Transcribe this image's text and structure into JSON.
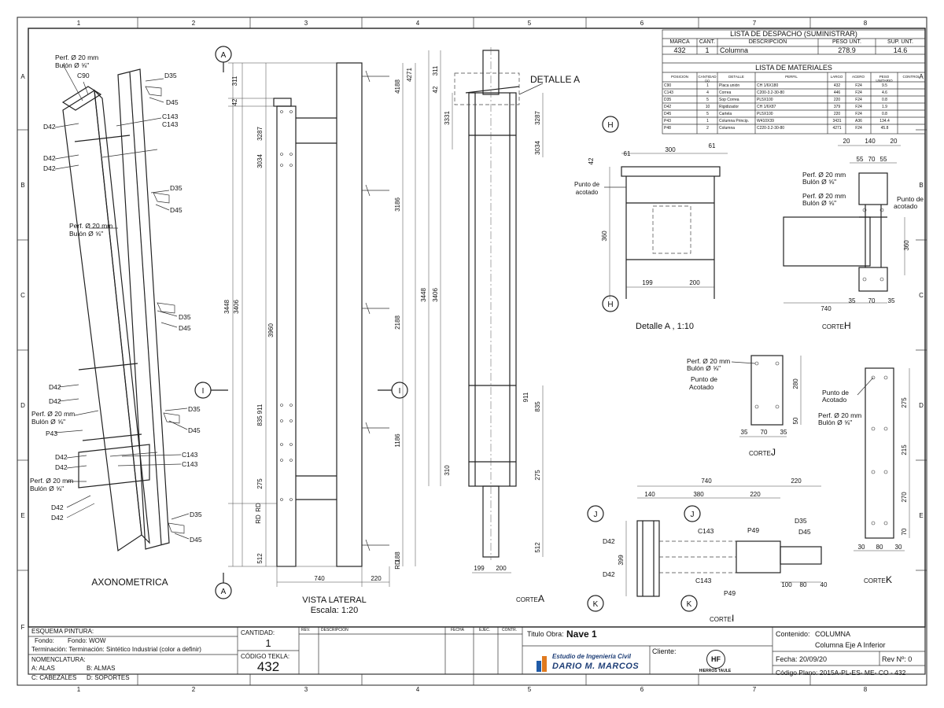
{
  "grid": {
    "columns": [
      "1",
      "2",
      "3",
      "4",
      "5",
      "6",
      "7",
      "8"
    ],
    "rows": [
      "A",
      "B",
      "C",
      "D",
      "E",
      "F"
    ]
  },
  "despacho": {
    "title": "LISTA DE DESPACHO (SUMINISTRAR)",
    "headers": [
      "MARCA",
      "CANT.",
      "DESCRIPCION",
      "PESO UNT.",
      "SUP. UNT."
    ],
    "row": [
      "432",
      "1",
      "Columna",
      "278.9",
      "14.6"
    ]
  },
  "materiales": {
    "title": "LISTA DE MATERIALES",
    "headers": [
      "POSICION",
      "CANTIDAD (u)",
      "DETALLE",
      "PERFIL",
      "LARGO",
      "ACERO",
      "PESO UNITARIO",
      "CONTROL"
    ],
    "rows": [
      [
        "C90",
        "1",
        "Placa unión",
        "CH 1/6X180",
        "432",
        "F24",
        "9.5",
        ""
      ],
      [
        "C143",
        "4",
        "Correa",
        "C200-3.2-30-80",
        "446",
        "F24",
        "4.6",
        ""
      ],
      [
        "D35",
        "5",
        "Sop Correa",
        "PL5X100",
        "220",
        "F24",
        "0.8",
        ""
      ],
      [
        "D42",
        "10",
        "Rigidizador",
        "CH 1/6X87",
        "379",
        "F24",
        "1.9",
        ""
      ],
      [
        "D45",
        "5",
        "Cartela",
        "PL5X100",
        "220",
        "F24",
        "0.8",
        ""
      ],
      [
        "P43",
        "1",
        "Columna Princip.",
        "W410X39",
        "3431",
        "A36",
        "134.4",
        ""
      ],
      [
        "P48",
        "2",
        "Columna",
        "C220-3.2-30-80",
        "4271",
        "F24",
        "45.8",
        ""
      ]
    ]
  },
  "views": {
    "axono": "AXONOMETRICA",
    "lateral": "VISTA LATERAL",
    "escala": "Escala: 1:20",
    "detalle_a_title": "DETALLE A",
    "detalle_a_caption": "Detalle A , 1:10",
    "corte_a": "CORTE-",
    "corte_a_letter": "A",
    "corte_h": "CORTE-",
    "corte_h_letter": "H",
    "corte_j": "CORTE-",
    "corte_j_letter": "J",
    "corte_k": "CORTE-",
    "corte_k_letter": "K",
    "corte_i": "CORTE-",
    "corte_i_letter": "I"
  },
  "labels": {
    "perf": "Perf. Ø 20 mm",
    "bulon": "Bulón Ø ⅝\"",
    "punto": "Punto de",
    "acotado": "acotado",
    "acotado_cap": "Acotado",
    "c90": "C90",
    "c143": "C143",
    "d35": "D35",
    "d42": "D42",
    "d45": "D45",
    "p43": "P43",
    "p49": "P49",
    "rd": "RD"
  },
  "dims_lateral": [
    "311",
    "42",
    "3287",
    "3034",
    "3448",
    "3406",
    "3960",
    "911",
    "835",
    "275",
    "512",
    "740",
    "220"
  ],
  "dims_lateral_right": [
    "4271",
    "4188",
    "3186",
    "2188",
    "1186",
    "188"
  ],
  "dims_corte_a": [
    "311",
    "42",
    "3331",
    "3287",
    "3034",
    "3448",
    "3406",
    "911",
    "835",
    "310",
    "275",
    "512",
    "199",
    "200"
  ],
  "dims_detalle": [
    "61",
    "300",
    "61",
    "42",
    "360",
    "199",
    "200"
  ],
  "dims_corte_h": [
    "20",
    "140",
    "20",
    "55",
    "70",
    "55",
    "360",
    "740",
    "35",
    "70",
    "35"
  ],
  "dims_corte_j": [
    "280",
    "50",
    "35",
    "70",
    "35"
  ],
  "dims_corte_k": [
    "275",
    "215",
    "270",
    "70",
    "30",
    "80",
    "30"
  ],
  "dims_corte_i": [
    "740",
    "220",
    "140",
    "380",
    "220",
    "399",
    "100",
    "80",
    "40"
  ],
  "title_block": {
    "esquema": "ESQUEMA PINTURA:",
    "fondo_label": "Fondo:",
    "fondo_value": "Fondo: WOW",
    "terminacion": "Terminación: Terminación: Sintético Industrial (color a definir)",
    "nomenclatura": "NOMENCLATURA:",
    "nom_a": "A: ALAS",
    "nom_b": "B: ALMAS",
    "nom_c": "C: CABEZALES",
    "nom_d": "D: SOPORTES",
    "cantidad_label": "CANTIDAD:",
    "cantidad_value": "1",
    "codigo_label": "CÓDIGO TEKLA:",
    "codigo_value": "432",
    "rev_headers": [
      "REV.",
      "DESCRIPCION",
      "FECHA",
      "EJEC.",
      "CONTR."
    ],
    "titulo_label": "Titulo Obra:",
    "titulo_value": "Nave 1",
    "estudio_line1": "Estudio de Ingeniería Civil",
    "estudio_line2": "DARIO M. MARCOS",
    "cliente_label": "Cliente:",
    "cliente_logo": "HF",
    "cliente_name": "HIERROS TAULE",
    "contenido_label": "Contenido:",
    "contenido_value": "COLUMNA",
    "contenido_sub": "Columna Eje A Inferior",
    "fecha": "Fecha: 20/09/20",
    "rev": "Rev Nº: 0",
    "codigo_plano": "Código Plano: 2015A-PL-ES- ME- CO - 432"
  }
}
